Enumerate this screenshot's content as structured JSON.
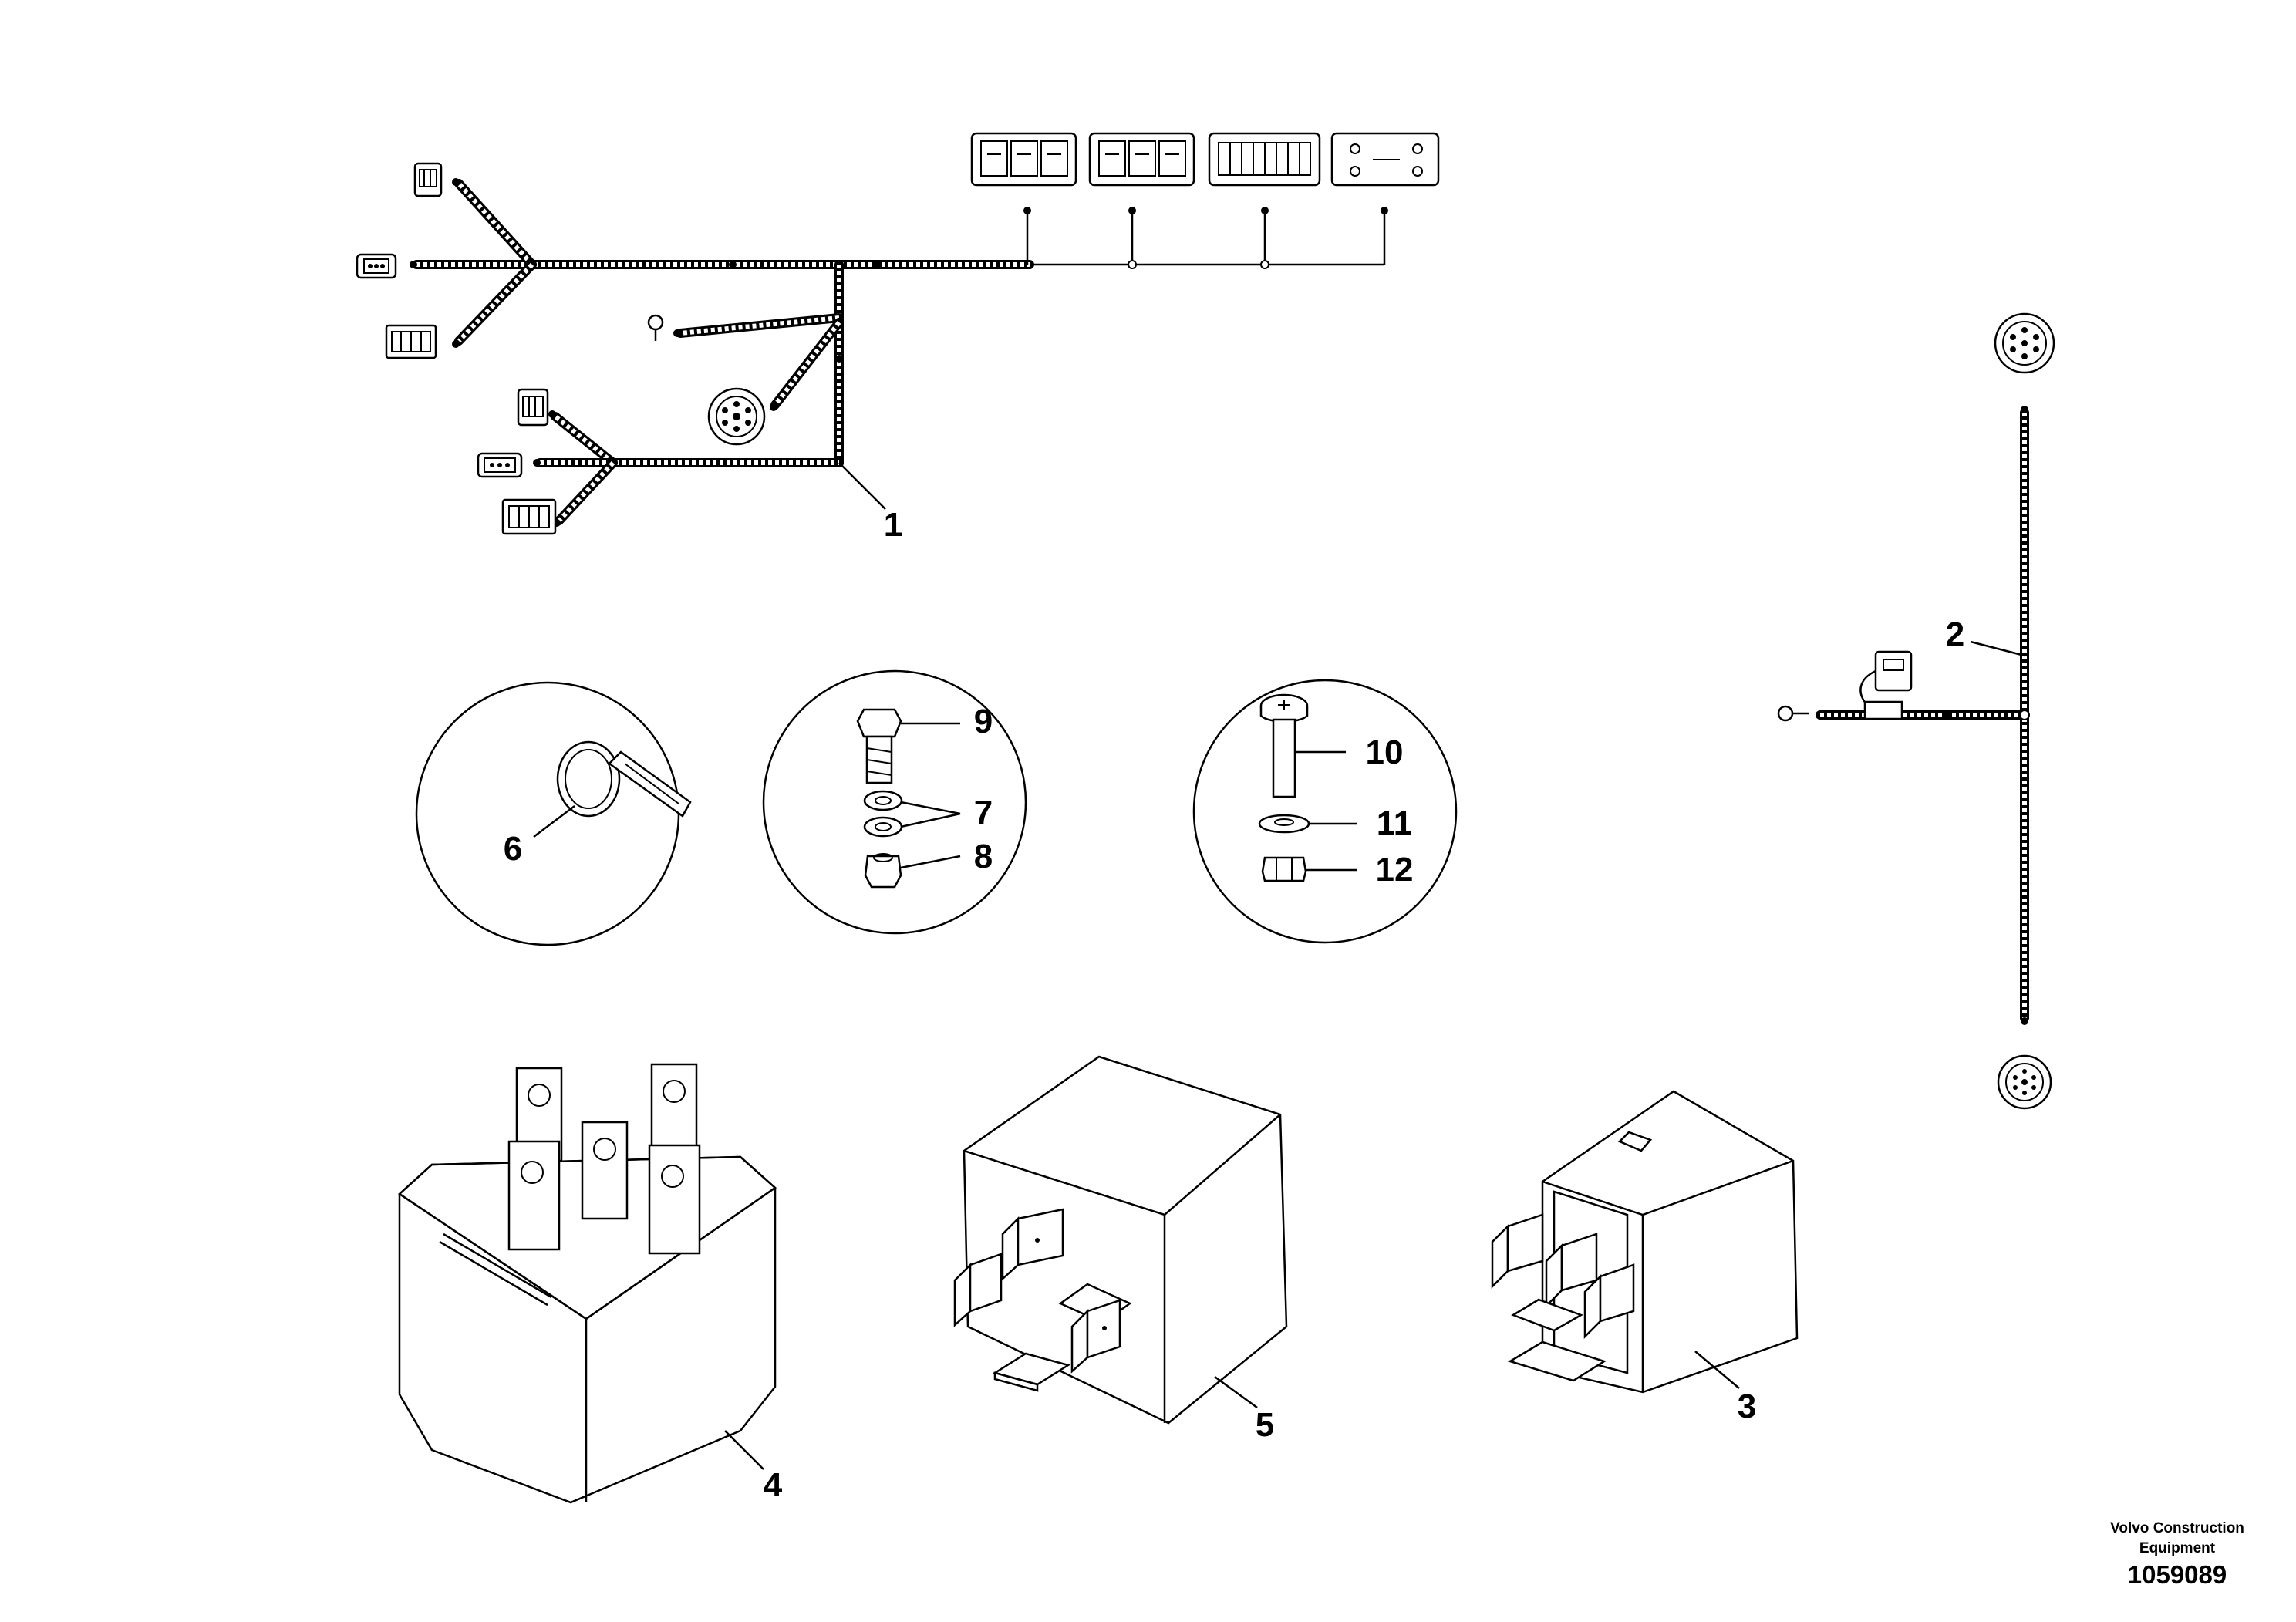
{
  "diagram": {
    "callouts": {
      "c1": "1",
      "c2": "2",
      "c3": "3",
      "c4": "4",
      "c5": "5",
      "c6": "6",
      "c7": "7",
      "c8": "8",
      "c9": "9",
      "c10": "10",
      "c11": "11",
      "c12": "12"
    },
    "footer": {
      "line1": "Volvo Construction",
      "line2": "Equipment",
      "drawing_number": "1059089"
    }
  }
}
